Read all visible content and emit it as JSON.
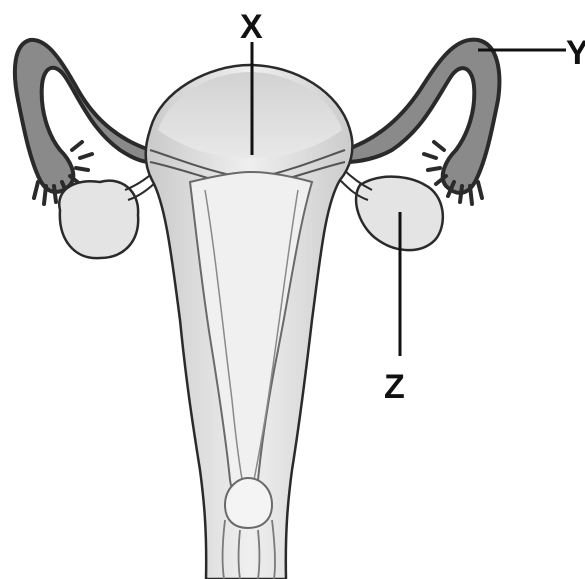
{
  "labels": {
    "x": "X",
    "y": "Y",
    "z": "Z"
  },
  "colors": {
    "outline": "#2a2a2a",
    "tube_fill": "#8a8a8a",
    "organ_fill": "#dcdcdc",
    "ovary_fill": "#e4e4e4",
    "cavity_fill": "#f0f0f0",
    "pointer": "#111111"
  }
}
